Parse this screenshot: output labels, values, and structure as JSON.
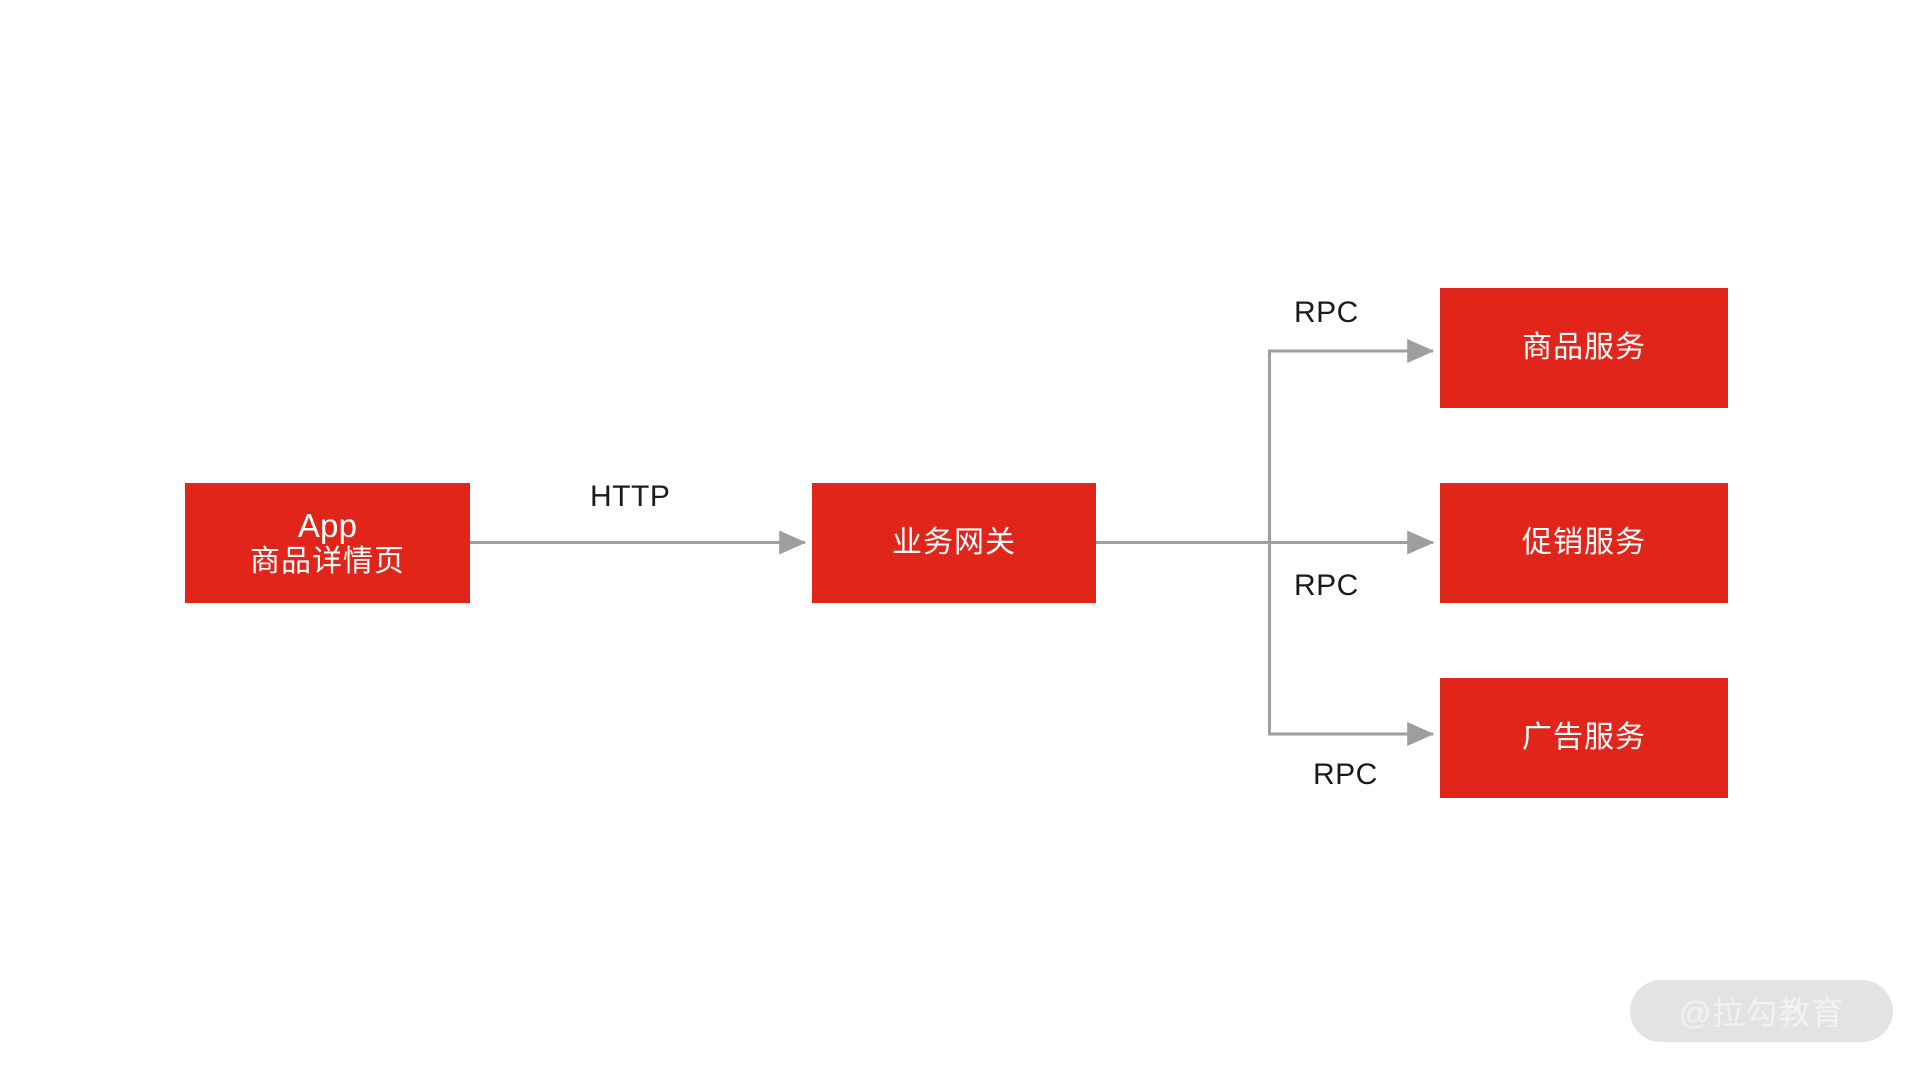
{
  "diagram": {
    "type": "flow",
    "background": "#ffffff",
    "node_fill": "#E1251B",
    "node_text_color": "#ffffff",
    "edge_color": "#9e9e9e",
    "label_color": "#1a1a1a",
    "nodes": [
      {
        "id": "app",
        "title": "App",
        "subtitle": "商品详情页"
      },
      {
        "id": "gateway",
        "title": "业务网关"
      },
      {
        "id": "product-service",
        "title": "商品服务"
      },
      {
        "id": "promotion-service",
        "title": "促销服务"
      },
      {
        "id": "ad-service",
        "title": "广告服务"
      }
    ],
    "edges": [
      {
        "id": "app-to-gateway",
        "from": "app",
        "to": "gateway",
        "label": "HTTP"
      },
      {
        "id": "gateway-to-product",
        "from": "gateway",
        "to": "product-service",
        "label": "RPC"
      },
      {
        "id": "gateway-to-promotion",
        "from": "gateway",
        "to": "promotion-service",
        "label": "RPC"
      },
      {
        "id": "gateway-to-ad",
        "from": "gateway",
        "to": "ad-service",
        "label": "RPC"
      }
    ]
  },
  "watermark": {
    "text": "@拉勾教育"
  }
}
